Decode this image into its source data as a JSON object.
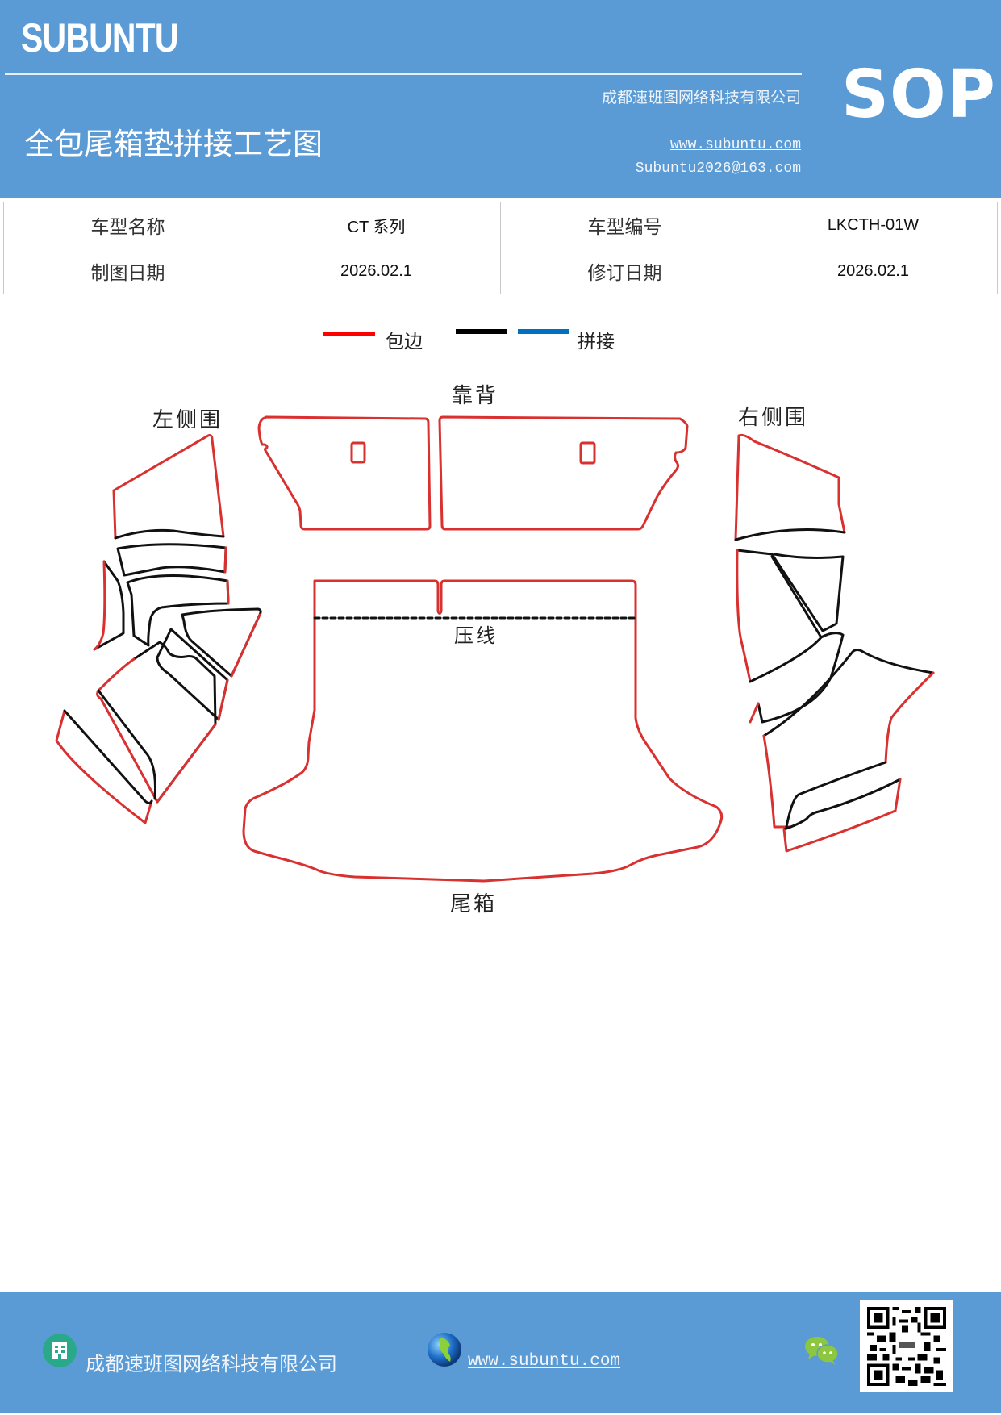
{
  "header": {
    "brand": "SUBUNTU",
    "title": "全包尾箱垫拼接工艺图",
    "company": "成都速班图网络科技有限公司",
    "website": "www.subuntu.com",
    "email": "Subuntu2026@163.com",
    "badge": "SOP",
    "colors": {
      "background": "#5b9bd5",
      "text": "#ffffff"
    }
  },
  "info_table": {
    "rows": [
      {
        "label1": "车型名称",
        "value1": "CT 系列",
        "label2": "车型编号",
        "value2": "LKCTH-01W"
      },
      {
        "label1": "制图日期",
        "value1": "2026.02.1",
        "label2": "修订日期",
        "value2": "2026.02.1"
      }
    ]
  },
  "legend": {
    "items": [
      {
        "label": "包边",
        "color": "#ff0000"
      },
      {
        "label": "",
        "color": "#000000"
      },
      {
        "label": "拼接",
        "color": "#0070c0"
      }
    ]
  },
  "diagram": {
    "labels": {
      "backrest": "靠背",
      "left_side": "左侧围",
      "right_side": "右侧围",
      "crease": "压线",
      "trunk": "尾箱"
    },
    "colors": {
      "edge": "#d93030",
      "seam": "#111111"
    }
  },
  "footer": {
    "company": "成都速班图网络科技有限公司",
    "website": "www.subuntu.com",
    "icons": [
      "building-icon",
      "globe-icon",
      "wechat-icon",
      "qr-code"
    ]
  }
}
